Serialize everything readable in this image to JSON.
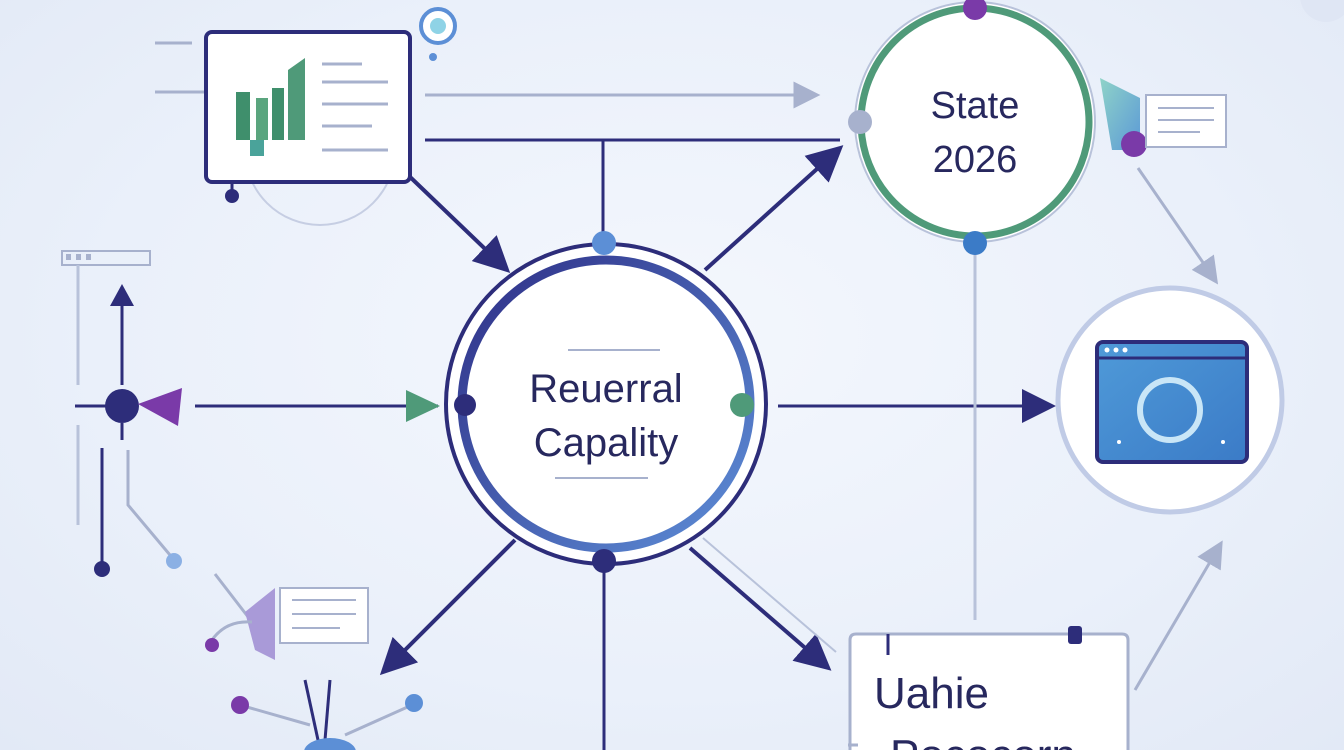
{
  "center_node": {
    "line1": "Reuerral",
    "line2": "Capality"
  },
  "state_node": {
    "line1": "State",
    "line2": "2026"
  },
  "bottom_node": {
    "line1": "Uahie",
    "line2": "Pococorn"
  },
  "colors": {
    "navy": "#2d2d7a",
    "green": "#4f9a79",
    "blue": "#5c8fd6",
    "purple": "#7a3aa8",
    "arrow_grey": "#a7b1cd",
    "line_grey": "#b8c2da"
  },
  "icons": [
    "bar-chart-window-icon",
    "chat-bubble-icon",
    "browser-window-icon",
    "speech-panel-icon",
    "network-hub-icon"
  ]
}
